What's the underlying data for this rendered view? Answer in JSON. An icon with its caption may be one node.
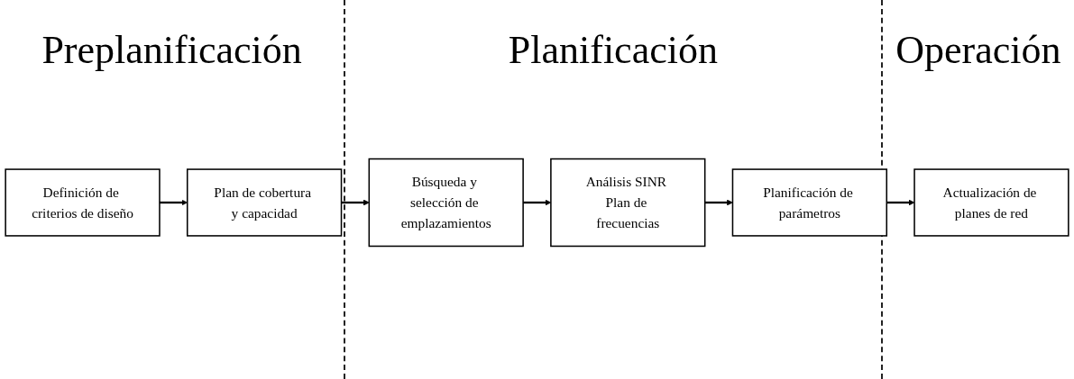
{
  "diagram": {
    "nodes": [
      {
        "text": [
          "Definición de criterios de diseño"
        ]
      },
      {
        "text": [
          "Plan de cobertura y capacidad"
        ]
      },
      {
        "text": [
          "Búsqueda y selección de emplazamientos"
        ]
      },
      {
        "text": [
          "Análisis SINR Plan de frecuencias"
        ]
      },
      {
        "text": [
          "Planificación de parámetros"
        ]
      },
      {
        "text": [
          "Actualización de planes de red"
        ]
      }
    ],
    "edges": [
      {
        "from": 0,
        "to": 1,
        "arrow": "to"
      },
      {
        "from": 1,
        "to": 2,
        "arrow": "to"
      },
      {
        "from": 2,
        "to": 3,
        "arrow": "to"
      },
      {
        "from": 3,
        "to": 4,
        "arrow": "to"
      },
      {
        "from": 4,
        "to": 5,
        "arrow": "to"
      }
    ],
    "labels": [
      "Preplanificación",
      "Planificación",
      "Operación"
    ]
  }
}
